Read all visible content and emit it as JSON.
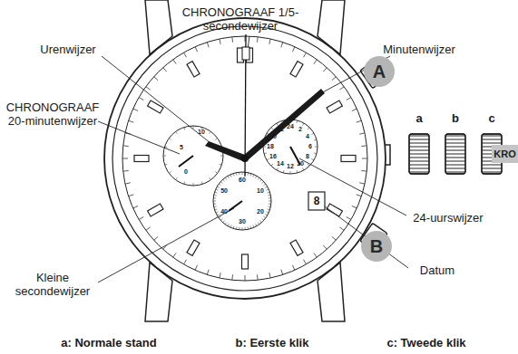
{
  "diagram": {
    "nodes": [
      {
        "text": [
          "A"
        ]
      },
      {
        "text": [
          "KRO"
        ]
      },
      {
        "text": [
          "B"
        ]
      }
    ],
    "labels": [
      "CHRONOGRAAF 1/5-secondewijzer",
      "Urenwijzer",
      "Minutenwijzer",
      "CHRONOGRAAF 20-minutenwijzer",
      "a",
      "b",
      "c",
      "24-uurswijzer",
      "Kleine secondewijzer",
      "Datum",
      "a: Normale stand",
      "b: Eerste klik",
      "c: Tweede klik",
      "0",
      "5",
      "10",
      "24",
      "2",
      "4",
      "6",
      "8",
      "10",
      "12",
      "14",
      "16",
      "18",
      "20",
      "22",
      "60",
      "10",
      "20",
      "30",
      "40",
      "50",
      "8"
    ]
  }
}
